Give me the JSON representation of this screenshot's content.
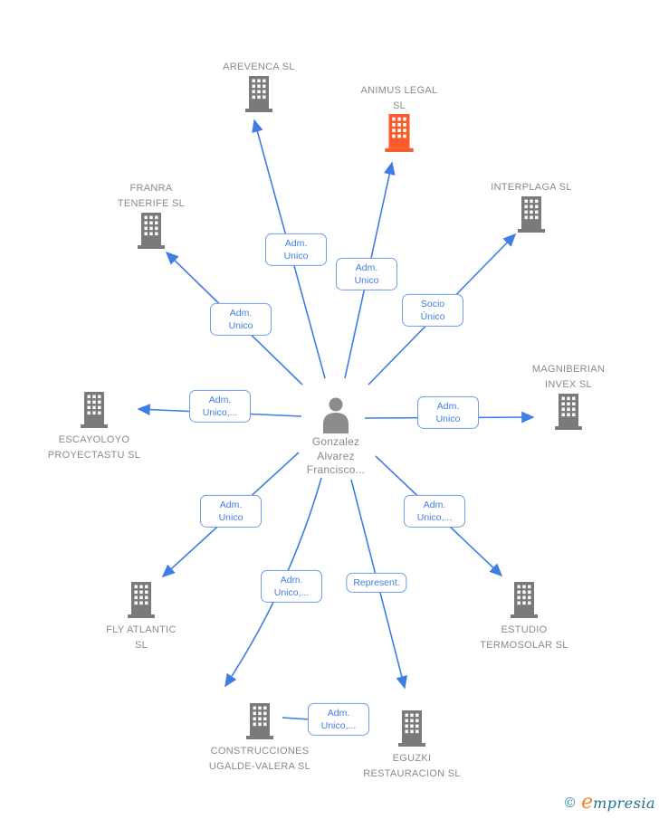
{
  "person": {
    "name": "Gonzalez Alvarez Francisco..."
  },
  "companies": [
    {
      "name": "AREVENCA SL"
    },
    {
      "name": "ANIMUS LEGAL SL",
      "highlighted": true
    },
    {
      "name": "FRANRA TENERIFE SL"
    },
    {
      "name": "INTERPLAGA SL"
    },
    {
      "name": "MAGNIBERIAN INVEX SL"
    },
    {
      "name": "ESCAYOLOYO PROYECTASTU SL"
    },
    {
      "name": "FLY ATLANTIC SL"
    },
    {
      "name": "ESTUDIO TERMOSOLAR SL"
    },
    {
      "name": "CONSTRUCCIONES UGALDE-VALERA SL"
    },
    {
      "name": "EGUZKI RESTAURACION SL"
    }
  ],
  "edges": [
    {
      "label": "Adm. Unico",
      "from": "Gonzalez Alvarez Francisco...",
      "to": "AREVENCA SL"
    },
    {
      "label": "Adm. Unico",
      "from": "Gonzalez Alvarez Francisco...",
      "to": "ANIMUS LEGAL SL"
    },
    {
      "label": "Socio Único",
      "from": "Gonzalez Alvarez Francisco...",
      "to": "INTERPLAGA SL"
    },
    {
      "label": "Adm. Unico",
      "from": "Gonzalez Alvarez Francisco...",
      "to": "FRANRA TENERIFE SL"
    },
    {
      "label": "Adm. Unico,...",
      "from": "Gonzalez Alvarez Francisco...",
      "to": "ESCAYOLOYO PROYECTASTU SL"
    },
    {
      "label": "Adm. Unico",
      "from": "Gonzalez Alvarez Francisco...",
      "to": "MAGNIBERIAN INVEX SL"
    },
    {
      "label": "Adm. Unico",
      "from": "Gonzalez Alvarez Francisco...",
      "to": "FLY ATLANTIC SL"
    },
    {
      "label": "Adm. Unico,...",
      "from": "Gonzalez Alvarez Francisco...",
      "to": "ESTUDIO TERMOSOLAR SL"
    },
    {
      "label": "Adm. Unico,...",
      "from": "Gonzalez Alvarez Francisco...",
      "to": "CONSTRUCCIONES UGALDE-VALERA SL"
    },
    {
      "label": "Represent.",
      "from": "Gonzalez Alvarez Francisco...",
      "to": "EGUZKI RESTAURACION SL"
    },
    {
      "label": "Adm. Unico,...",
      "from": "CONSTRUCCIONES UGALDE-VALERA SL",
      "to": "EGUZKI RESTAURACION SL"
    }
  ],
  "watermark": {
    "copyright_symbol": "©",
    "brand_initial": "e",
    "brand_rest": "mpresia"
  },
  "colors": {
    "edge_blue": "#3f7de4",
    "company_gray": "#7a7a7a",
    "highlight_orange": "#f95b2b",
    "text_gray": "#8a8a8a",
    "brand_orange": "#f0821e",
    "brand_teal": "#1d7391"
  }
}
